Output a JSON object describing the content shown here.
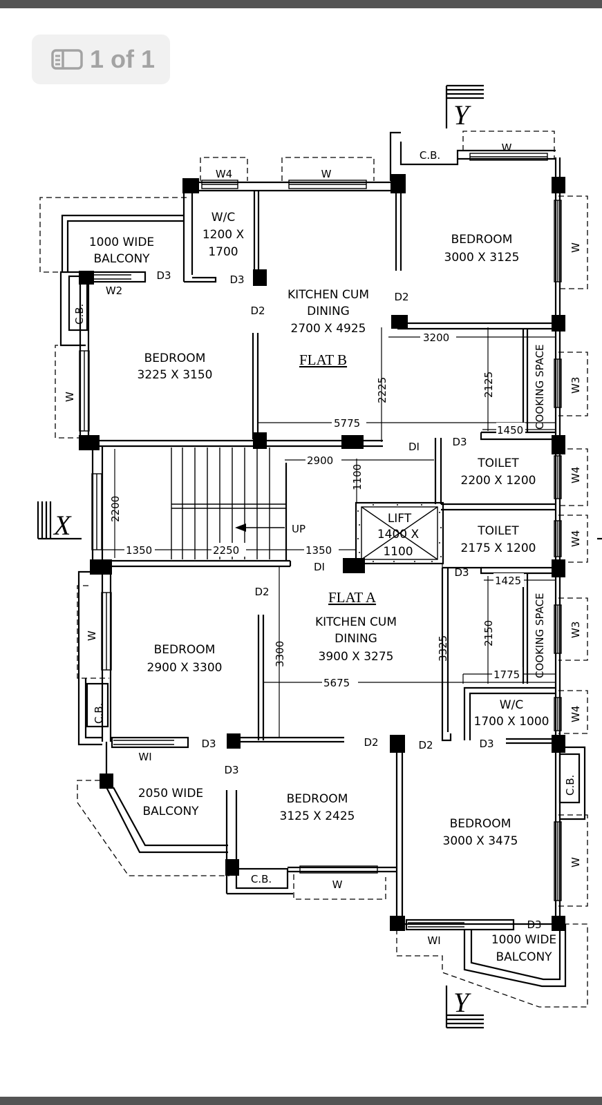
{
  "viewer": {
    "page_indicator": "1 of 1",
    "icon": "page-view-icon"
  },
  "plan": {
    "flat_b": "FLAT B",
    "flat_a": "FLAT A",
    "axis_x": "X",
    "axis_y_top": "Y",
    "axis_y_bottom": "Y",
    "rooms": {
      "balcony_b_1": "1000 WIDE",
      "balcony_b_2": "BALCONY",
      "wc_b_1": "W/C",
      "wc_b_2": "1200 X",
      "wc_b_3": "1700",
      "kitchen_b_1": "KITCHEN CUM",
      "kitchen_b_2": "DINING",
      "kitchen_b_3": "2700 X 4925",
      "bedroom_b_ne_1": "BEDROOM",
      "bedroom_b_ne_2": "3000 X 3125",
      "bedroom_b_w_1": "BEDROOM",
      "bedroom_b_w_2": "3225 X 3150",
      "toilet_b_1": "TOILET",
      "toilet_b_2": "2200 X 1200",
      "lift_1": "LIFT",
      "lift_2": "1400 X",
      "lift_3": "1100",
      "toilet_a_1": "TOILET",
      "toilet_a_2": "2175 X 1200",
      "bedroom_a_w_1": "BEDROOM",
      "bedroom_a_w_2": "2900 X 3300",
      "kitchen_a_1": "KITCHEN CUM",
      "kitchen_a_2": "DINING",
      "kitchen_a_3": "3900 X 3275",
      "wc_a_1": "W/C",
      "wc_a_2": "1700 X 1000",
      "balcony_a_sw_1": "2050 WIDE",
      "balcony_a_sw_2": "BALCONY",
      "bedroom_a_s_1": "BEDROOM",
      "bedroom_a_s_2": "3125 X 2425",
      "bedroom_a_se_1": "BEDROOM",
      "bedroom_a_se_2": "3000 X 3475",
      "balcony_a_se_1": "1000 WIDE",
      "balcony_a_se_2": "BALCONY",
      "cooking_b": "COOKING SPACE",
      "cooking_a": "COOKING SPACE",
      "up": "UP"
    },
    "tags": {
      "cb_top": "C.B.",
      "w_top_right": "W",
      "w4_top": "W4",
      "w_top_mid": "W",
      "w_right_1": "W",
      "w3_right_1": "W3",
      "w4_right_1": "W4",
      "w4_right_2": "W4",
      "w3_right_2": "W3",
      "w4_right_3": "W4",
      "cb_right": "C.B.",
      "w_right_2": "W",
      "cb_left_1": "C.B.",
      "w_left_1": "W",
      "w_left_2": "W",
      "cb_left_2": "C.B.",
      "w2": "W2",
      "w1_sw": "WI",
      "cb_bottom": "C.B.",
      "w_bottom": "W",
      "w1_se": "WI",
      "d3_1": "D3",
      "d3_2": "D3",
      "d2_1": "D2",
      "d2_2": "D2",
      "d3_3": "D3",
      "d1_1": "DI",
      "d1_2": "DI",
      "d3_4": "D3",
      "d2_3": "D2",
      "d3_5": "D3",
      "d3_6": "D3",
      "d2_4": "D2",
      "d2_5": "D2",
      "d3_7": "D3",
      "d3_8": "D3"
    },
    "dims": {
      "d3200": "3200",
      "d2125": "2125",
      "d2225": "2225",
      "d5775": "5775",
      "d1450": "1450",
      "d2900": "2900",
      "d1100": "1100",
      "d2200": "2200",
      "d1350a": "1350",
      "d2250": "2250",
      "d1350b": "1350",
      "d1425": "1425",
      "d2150": "2150",
      "d3300": "3300",
      "d3325": "3325",
      "d5675": "5675",
      "d1775": "1775"
    }
  }
}
